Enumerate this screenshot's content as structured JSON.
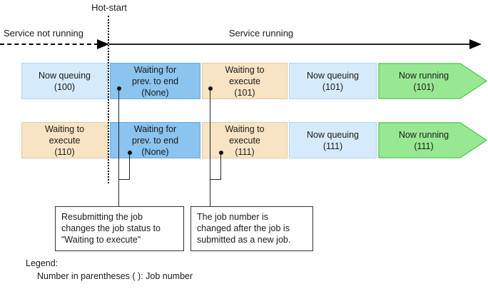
{
  "colors": {
    "lightblue_fill": "#d5eafa",
    "lightblue_border": "#aed5f1",
    "blue_fill": "#8ac4ef",
    "blue_border": "#63abe0",
    "tan_fill": "#f8e4c4",
    "tan_border": "#e0c9a2",
    "green_fill": "#98e893",
    "green_stroke": "#5ecb5e"
  },
  "header": {
    "hot_start_label": "Hot-start",
    "service_not_running_label": "Service not running",
    "service_running_label": "Service running"
  },
  "rows": [
    {
      "segments": [
        {
          "lines": [
            "Now queuing",
            "(100)"
          ]
        },
        {
          "lines": [
            "Waiting for",
            "prev. to end",
            "(None)"
          ]
        },
        {
          "lines": [
            "Waiting to",
            "execute",
            "(101)"
          ]
        },
        {
          "lines": [
            "Now queuing",
            "(101)"
          ]
        },
        {
          "lines": [
            "Now running",
            "(101)"
          ]
        }
      ]
    },
    {
      "segments": [
        {
          "lines": [
            "Waiting to",
            "execute",
            "(110)"
          ]
        },
        {
          "lines": [
            "Waiting for",
            "prev. to end",
            "(None)"
          ]
        },
        {
          "lines": [
            "Waiting to",
            "execute",
            "(111)"
          ]
        },
        {
          "lines": [
            "Now queuing",
            "(111)"
          ]
        },
        {
          "lines": [
            "Now running",
            "(111)"
          ]
        }
      ]
    }
  ],
  "callouts": [
    {
      "lines": [
        "Resubmitting the job",
        "changes the job status to",
        "\"Waiting to execute\""
      ]
    },
    {
      "lines": [
        "The job number is",
        "changed after the job is",
        "submitted as a new job."
      ]
    }
  ],
  "legend": {
    "title": "Legend:",
    "entry": "Number in parentheses ( ): Job number"
  }
}
